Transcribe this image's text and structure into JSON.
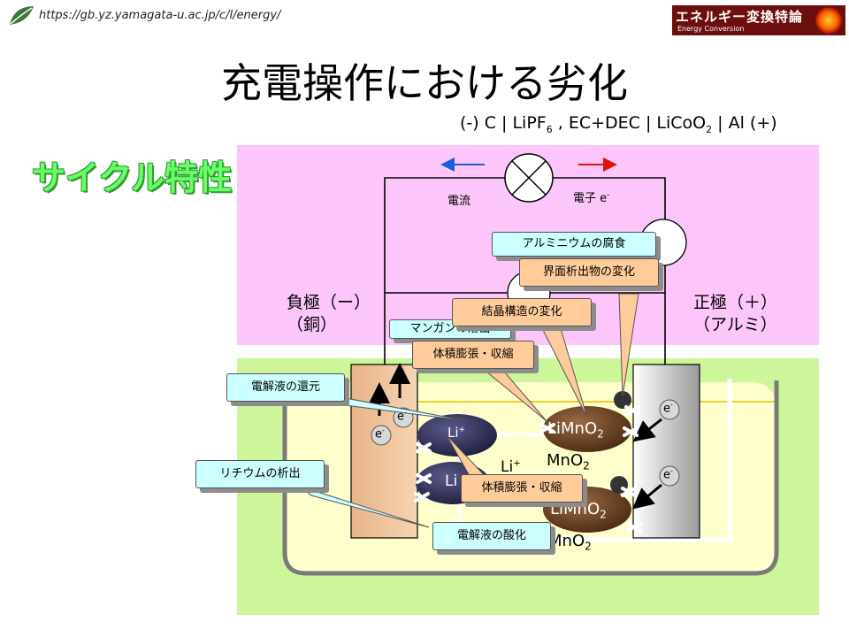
{
  "header": {
    "url": "https://gb.yz.yamagata-u.ac.jp/c/l/energy/",
    "logo_main": "エネルギー変換特論",
    "logo_sub": "Energy Conversion"
  },
  "title": "充電操作における劣化",
  "formula": {
    "part1": "(-) C | LiPF",
    "sub1": "6",
    "part2": " , EC+DEC | LiCoO",
    "sub2": "2",
    "part3": " | Al (+)"
  },
  "section_heading": "サイクル特性",
  "diagram": {
    "current_label": "電流",
    "electron_label": "電子 e",
    "electron_sup": "-",
    "negative_line1": "負極（ー）",
    "negative_line2": "（銅）",
    "positive_line1": "正極（＋）",
    "positive_line2": "（アルミ）",
    "electron_symbol": "e",
    "electron_charge": "-",
    "li_ion": "Li",
    "li_charge": "+",
    "limno2_prefix": "LiMnO",
    "mno2_prefix": "MnO",
    "sub_2": "2",
    "colors": {
      "current_arrow": "#1a5fd6",
      "electron_arrow": "#e01010",
      "pink_band": "#fcc6fa",
      "green_band": "#cdf59a",
      "cyan_callout": "#ccffff",
      "orange_callout": "#ffcc99"
    }
  },
  "callouts": {
    "aluminum_corrosion": "アルミニウムの腐食",
    "interface_precipitate": "界面析出物の変化",
    "crystal_structure": "結晶構造の変化",
    "manganese_dissolution": "マンガンの溶出",
    "volume_change_top": "体積膨張・収縮",
    "electrolyte_reduction": "電解液の還元",
    "lithium_deposition": "リチウムの析出",
    "volume_change_bottom": "体積膨張・収縮",
    "electrolyte_oxidation": "電解液の酸化"
  }
}
